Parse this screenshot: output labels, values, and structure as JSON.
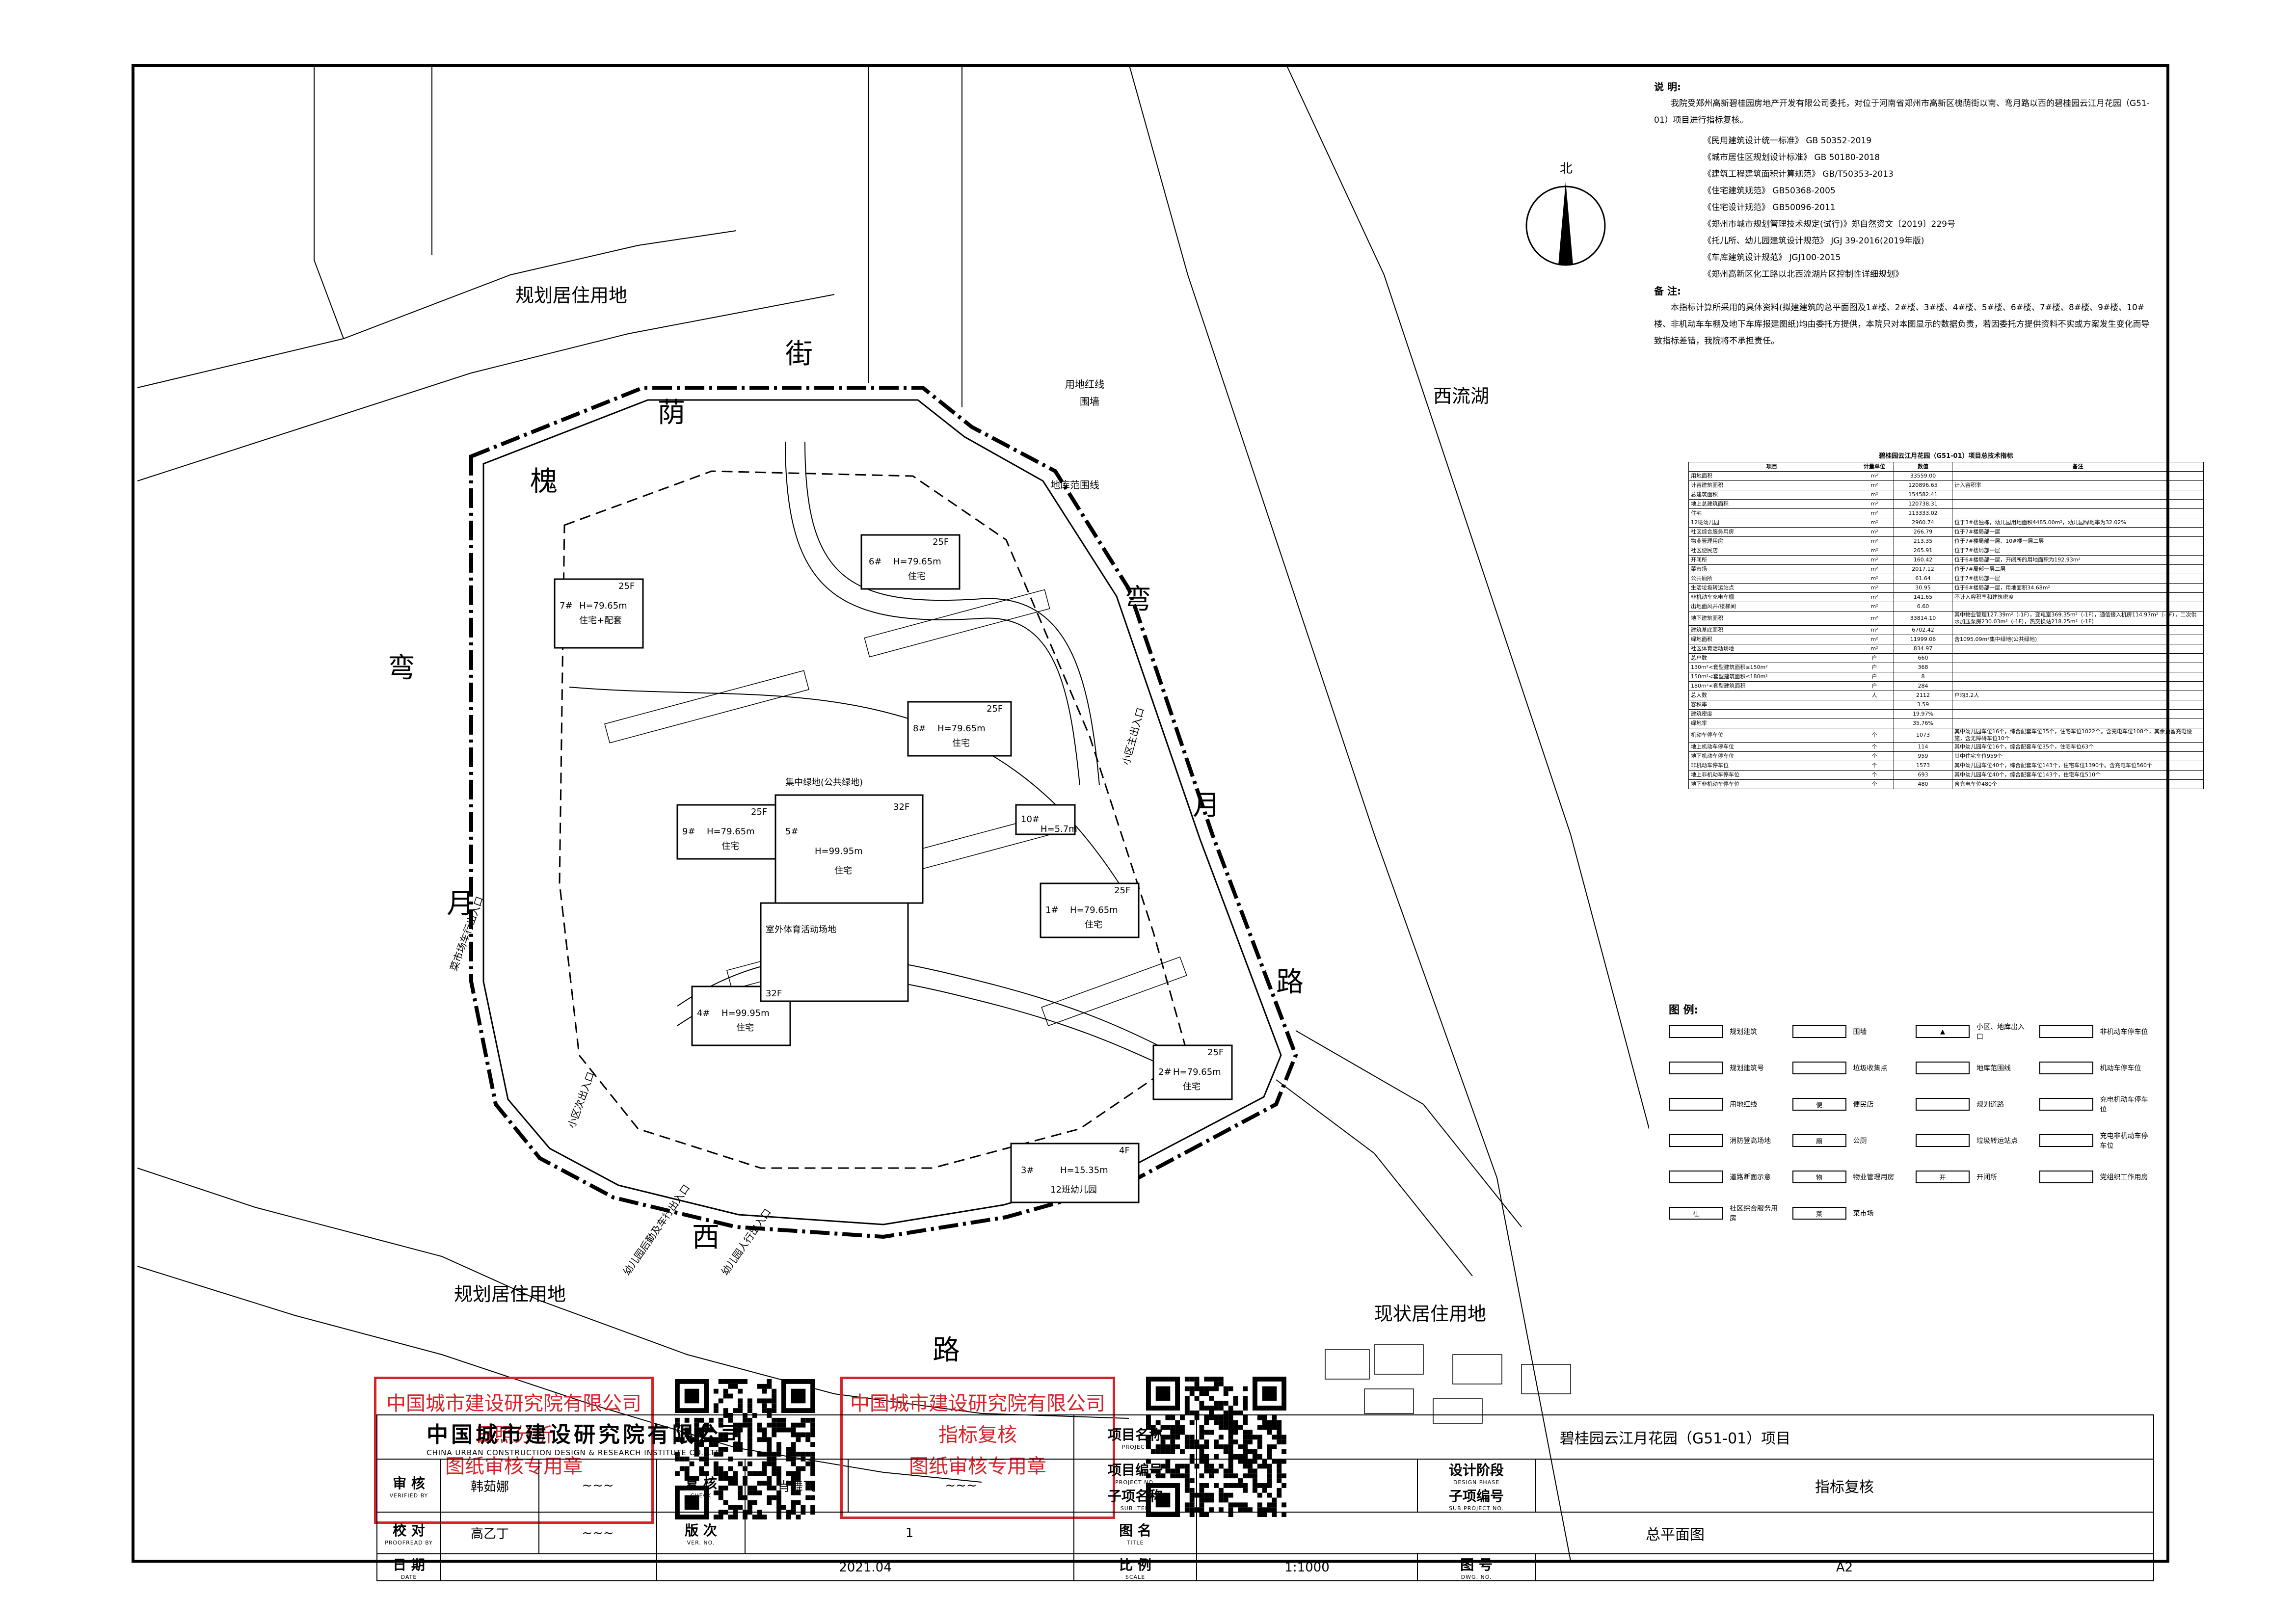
{
  "notes": {
    "heading": "说 明:",
    "paragraph": "我院受郑州高新碧桂园房地产开发有限公司委托，对位于河南省郑州市高新区槐荫街以南、弯月路以西的碧桂园云江月花园（G51-01）项目进行指标复核。",
    "standards": [
      "《民用建筑设计统一标准》 GB 50352-2019",
      "《城市居住区规划设计标准》 GB 50180-2018",
      "《建筑工程建筑面积计算规范》 GB/T50353-2013",
      "《住宅建筑规范》 GB50368-2005",
      "《住宅设计规范》 GB50096-2011",
      "《郑州市城市规划管理技术规定(试行)》郑自然资文〔2019〕229号",
      "《托儿所、幼儿园建筑设计规范》 JGJ 39-2016(2019年版)",
      "《车库建筑设计规范》 JGJ100-2015",
      "《郑州高新区化工路以北西流湖片区控制性详细规划》"
    ],
    "remark_heading": "备 注:",
    "remark": "本指标计算所采用的具体资料(拟建建筑的总平面图及1#楼、2#楼、3#楼、4#楼、5#楼、6#楼、7#楼、8#楼、9#楼、10#楼、非机动车车棚及地下车库报建图纸)均由委托方提供，本院只对本图显示的数据负责，若因委托方提供资料不实或方案发生变化而导致指标差错，我院将不承担责任。"
  },
  "map": {
    "north": "北",
    "labels": {
      "land_nw": "规划居住用地",
      "land_sw": "规划居住用地",
      "land_se": "现状居住用地",
      "lake": "西流湖",
      "road_n": [
        "槐",
        "荫",
        "街"
      ],
      "road_e": [
        "弯",
        "月",
        "路"
      ],
      "road_w": [
        "弯",
        "月"
      ],
      "road_s": [
        "西",
        "路"
      ]
    },
    "callouts": {
      "redline": "用地红线",
      "wall": "围墙",
      "basement": "地库范围线",
      "main_gate": "小区主出入口",
      "veg_gate": "菜市场车行出入口",
      "sub_gate": "小区次出入口",
      "kg_car": "幼儿园后勤及车行出入口",
      "kg_ped": "幼儿园人行出入口"
    },
    "buildings": [
      {
        "id": "6#",
        "floors": "25F",
        "height": "H=79.65m",
        "use": "住宅"
      },
      {
        "id": "7#",
        "floors": "25F",
        "height": "H=79.65m",
        "use": "住宅+配套"
      },
      {
        "id": "8#",
        "floors": "25F",
        "height": "H=79.65m",
        "use": "住宅"
      },
      {
        "id": "9#",
        "floors": "25F",
        "height": "H=79.65m",
        "use": "住宅"
      },
      {
        "id": "5#",
        "floors": "32F",
        "height": "H=99.95m",
        "use": "住宅"
      },
      {
        "id": "10#",
        "floors": "",
        "height": "H=5.7m",
        "use": ""
      },
      {
        "id": "1#",
        "floors": "25F",
        "height": "H=79.65m",
        "use": "住宅"
      },
      {
        "id": "4#",
        "floors": "32F",
        "height": "H=99.95m",
        "use": "住宅"
      },
      {
        "id": "2#",
        "floors": "25F",
        "height": "H=79.65m",
        "use": "住宅"
      },
      {
        "id": "3#",
        "floors": "4F",
        "height": "H=15.35m",
        "use": "12班幼儿园"
      }
    ],
    "plazas": [
      "集中绿地(公共绿地)",
      "室外体育活动场地"
    ]
  },
  "table": {
    "title": "碧桂园云江月花园（G51-01）项目总技术指标",
    "headers": [
      "项目",
      "计量单位",
      "数值",
      "备注"
    ],
    "rows": [
      [
        "用地面积",
        "m²",
        "33559.00",
        ""
      ],
      [
        "计容建筑面积",
        "m²",
        "120896.65",
        "计入容积率"
      ],
      [
        "总建筑面积",
        "m²",
        "154582.41",
        ""
      ],
      [
        "地上总建筑面积",
        "m²",
        "120738.31",
        ""
      ],
      [
        "住宅",
        "m²",
        "113333.02",
        ""
      ],
      [
        "12班幼儿园",
        "m²",
        "2960.74",
        "位于3#楼独栋，幼儿园用地面积4485.00m²，幼儿园绿地率为32.02%"
      ],
      [
        "社区综合服务用房",
        "m²",
        "266.79",
        "位于7#楼局部一层"
      ],
      [
        "物业管理用房",
        "m²",
        "213.35",
        "位于7#楼局部一层、10#楼一层二层"
      ],
      [
        "社区便民店",
        "m²",
        "265.91",
        "位于7#楼局部一层"
      ],
      [
        "开闭所",
        "m²",
        "160.42",
        "位于6#楼局部一层，开闭所的用地面积为192.93m²"
      ],
      [
        "菜市场",
        "m²",
        "2017.12",
        "位于7#局部一层二层"
      ],
      [
        "公共厕所",
        "m²",
        "61.64",
        "位于7#楼局部一层"
      ],
      [
        "生活垃圾转运站点",
        "m²",
        "30.95",
        "位于6#楼局部一层，用地面积34.68m²"
      ],
      [
        "非机动车充电车棚",
        "m²",
        "141.65",
        "不计入容积率和建筑密度"
      ],
      [
        "出地面风井/楼梯间",
        "m²",
        "6.60",
        ""
      ],
      [
        "地下建筑面积",
        "m²",
        "33814.10",
        "其中物业管理127.39m²（-1F），变电室369.35m²（-1F），通信接入机房114.97m²（-1F），二次供水加压泵房230.03m²（-1F），热交换站218.25m²（-1F）"
      ],
      [
        "建筑基底面积",
        "m²",
        "6702.42",
        ""
      ],
      [
        "绿地面积",
        "m²",
        "11999.06",
        "含1095.09m²集中绿地(公共绿地)"
      ],
      [
        "社区体育活动场地",
        "m²",
        "834.97",
        ""
      ],
      [
        "总户数",
        "户",
        "660",
        ""
      ],
      [
        "130m²<套型建筑面积≤150m²",
        "户",
        "368",
        ""
      ],
      [
        "150m²<套型建筑面积≤180m²",
        "户",
        "8",
        ""
      ],
      [
        "180m²<套型建筑面积",
        "户",
        "284",
        ""
      ],
      [
        "总人数",
        "人",
        "2112",
        "户均3.2人"
      ],
      [
        "容积率",
        "",
        "3.59",
        ""
      ],
      [
        "建筑密度",
        "",
        "19.97%",
        ""
      ],
      [
        "绿地率",
        "",
        "35.76%",
        ""
      ],
      [
        "机动车停车位",
        "个",
        "1073",
        "其中幼儿园车位16个，综合配套车位35个，住宅车位1022个。含充电车位108个，其余预留充电设施，含无障碍车位10个"
      ],
      [
        "地上机动车停车位",
        "个",
        "114",
        "其中幼儿园车位16个，综合配套车位35个，住宅车位63个"
      ],
      [
        "地下机动车停车位",
        "个",
        "959",
        "其中住宅车位959个"
      ],
      [
        "非机动车停车位",
        "个",
        "1573",
        "其中幼儿园车位40个，综合配套车位143个，住宅车位1390个。含充电车位560个"
      ],
      [
        "地上非机动车停车位",
        "个",
        "693",
        "其中幼儿园车位40个，综合配套车位143个，住宅车位510个"
      ],
      [
        "地下非机动车停车位",
        "个",
        "480",
        "含充电车位480个"
      ]
    ]
  },
  "legend": {
    "heading": "图 例:",
    "items": [
      {
        "sym": "",
        "label": "规划建筑"
      },
      {
        "sym": "",
        "label": "围墙"
      },
      {
        "sym": "▲",
        "label": "小区、地库出入口"
      },
      {
        "sym": "",
        "label": "非机动车停车位"
      },
      {
        "sym": "",
        "label": "规划建筑号"
      },
      {
        "sym": "",
        "label": "垃圾收集点"
      },
      {
        "sym": "",
        "label": "地库范围线"
      },
      {
        "sym": "",
        "label": "机动车停车位"
      },
      {
        "sym": "",
        "label": "用地红线"
      },
      {
        "sym": "便",
        "label": "便民店"
      },
      {
        "sym": "",
        "label": "规划道路"
      },
      {
        "sym": "",
        "label": "充电机动车停车位"
      },
      {
        "sym": "",
        "label": "消防登高场地"
      },
      {
        "sym": "厕",
        "label": "公厕"
      },
      {
        "sym": "",
        "label": "垃圾转运站点"
      },
      {
        "sym": "",
        "label": "充电非机动车停车位"
      },
      {
        "sym": "",
        "label": "道路断面示意"
      },
      {
        "sym": "物",
        "label": "物业管理用房"
      },
      {
        "sym": "开",
        "label": "开闭所"
      },
      {
        "sym": "",
        "label": "党组织工作用房"
      },
      {
        "sym": "社",
        "label": "社区综合服务用房"
      },
      {
        "sym": "菜",
        "label": "菜市场"
      }
    ]
  },
  "stamps": [
    {
      "lines": [
        "中国城市建设研究院有限公司",
        "日照分析",
        "图纸审核专用章"
      ]
    },
    {
      "lines": [
        "中国城市建设研究院有限公司",
        "指标复核",
        "图纸审核专用章"
      ]
    }
  ],
  "title_block": {
    "company_cn": "中国城市建设研究院有限公司",
    "company_en": "CHINA URBAN CONSTRUCTION DESIGN & RESEARCH INSTITUTE CO.,LTD",
    "project_name_label": "项目名称",
    "project_name_sub": "PROJECT",
    "project_name": "碧桂园云江月花园（G51-01）项目",
    "review_label": "审 核",
    "review_sub": "VERIFIED BY",
    "reviewer": "韩茹娜",
    "check_label": "复 核",
    "check_sub": "CHECK",
    "checker": "肖舞飞",
    "project_no_label": "项目编号",
    "project_no_sub": "PROJECT NO.",
    "sub_item_label": "子项名称",
    "sub_item_sub": "SUB ITEM",
    "stage_label": "设计阶段",
    "stage_sub": "DESIGN PHASE",
    "stage": "指标复核",
    "sub_no_label": "子项编号",
    "sub_no_sub": "SUB PROJECT NO.",
    "proof_label": "校 对",
    "proof_sub": "PROOFREAD BY",
    "proofer": "高乙丁",
    "version_label": "版 次",
    "version_sub": "VER. NO.",
    "version": "1",
    "drawing_label": "图 名",
    "drawing_sub": "TITLE",
    "drawing_name": "总平面图",
    "date_label": "日 期",
    "date_sub": "DATE",
    "date": "2021.04",
    "scale_label": "比 例",
    "scale_sub": "SCALE",
    "scale": "1:1000",
    "dwg_no_label": "图 号",
    "dwg_no_sub": "DWG. NO.",
    "dwg_no": "A2"
  }
}
